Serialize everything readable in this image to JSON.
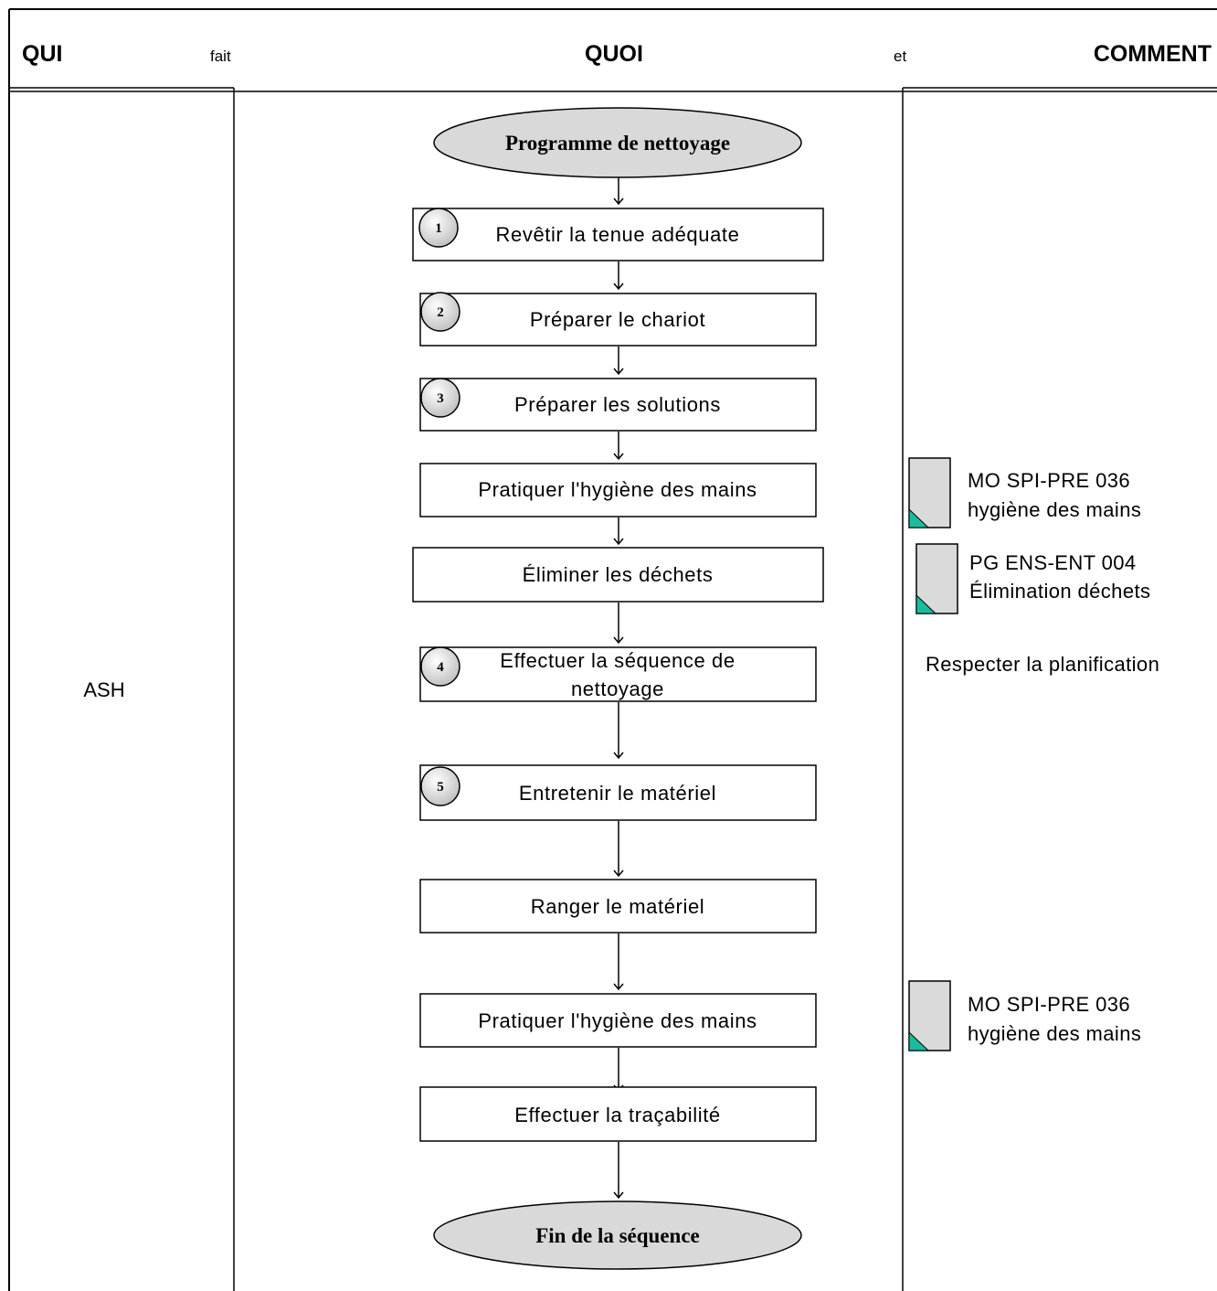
{
  "header": {
    "who": "QUI",
    "does": "fait",
    "what": "QUOI",
    "and": "et",
    "how": "COMMENT"
  },
  "actor": "ASH",
  "flow": {
    "start": "Programme de nettoyage",
    "steps": [
      {
        "number": "1",
        "label": "Revêtir la tenue adéquate"
      },
      {
        "number": "2",
        "label": "Préparer le chariot"
      },
      {
        "number": "3",
        "label": "Préparer les solutions"
      },
      {
        "number": "",
        "label": "Pratiquer l'hygiène des mains"
      },
      {
        "number": "",
        "label": "Éliminer les déchets"
      },
      {
        "number": "4",
        "label": "Effectuer la séquence de nettoyage",
        "line1": "Effectuer la séquence de",
        "line2": "nettoyage"
      },
      {
        "number": "5",
        "label": "Entretenir le matériel"
      },
      {
        "number": "",
        "label": "Ranger le matériel"
      },
      {
        "number": "",
        "label": "Pratiquer l'hygiène des mains"
      },
      {
        "number": "",
        "label": "Effectuer la traçabilité"
      }
    ],
    "end": "Fin de la séquence"
  },
  "how": [
    {
      "type": "document",
      "line1": "MO SPI-PRE 036",
      "line2": "hygiène des mains"
    },
    {
      "type": "document",
      "line1": "PG ENS-ENT 004",
      "line2": "Élimination  déchets"
    },
    {
      "type": "text",
      "text": "Respecter la planification"
    },
    {
      "type": "document",
      "line1": "MO SPI-PRE 036",
      "line2": "hygiène des mains"
    }
  ],
  "colors": {
    "terminal_fill": "#d9d9d9",
    "badge_fill": "#d9d9d9",
    "document_fill": "#dadada",
    "document_corner": "#1abc9c",
    "line": "#000000"
  }
}
